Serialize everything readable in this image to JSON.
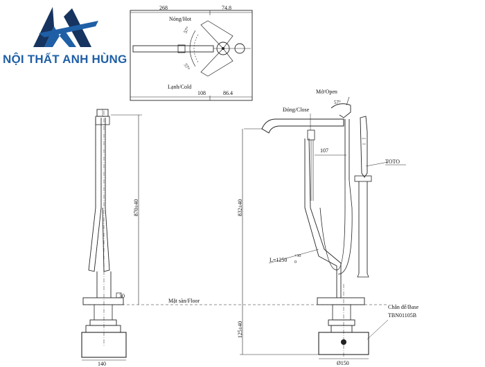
{
  "brand": {
    "name": "NỘI THẤT ANH HÙNG",
    "mark_icon": "triangle-AH-logo-icon",
    "colors": {
      "primary": "#1f5fa6",
      "dark": "#16345f"
    }
  },
  "top_view": {
    "dim_268": "268",
    "dim_74_8": "74.8",
    "hot_label": "Nóng/Hot",
    "cold_label": "Lạnh/Cold",
    "angle_top": "57°",
    "angle_bottom": "57°",
    "dim_108": "108",
    "dim_86_4": "86.4"
  },
  "side_view": {
    "height": "870±40"
  },
  "front_view": {
    "open_label": "Mở/Open",
    "angle": "57°",
    "close_label": "Đóng/Close",
    "dim_107": "107",
    "brand_label": "TOTO",
    "height": "832±40",
    "hose_length": "L=1250",
    "hose_tol_upper": "+30",
    "hose_tol_lower": "0",
    "floor_label": "Mặt sàn/Floor",
    "dim_30": "30",
    "base_label": "Chân đế/Base",
    "base_model": "TBN01105B",
    "below_floor": "125±40",
    "dim_140": "140",
    "diameter": "Ø150"
  }
}
